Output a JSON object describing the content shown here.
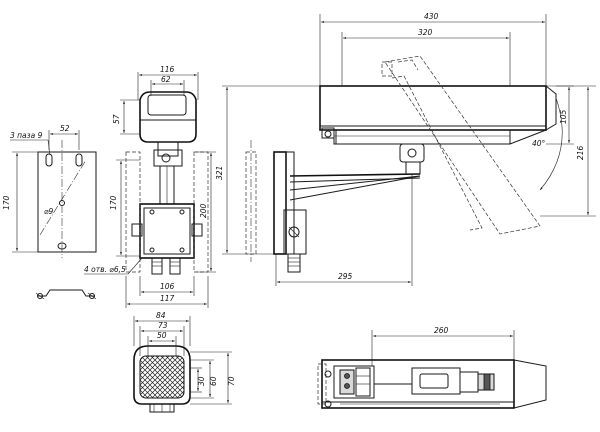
{
  "dimensions": {
    "d430": "430",
    "d320": "320",
    "d116": "116",
    "d62": "62",
    "d57": "57",
    "d52": "52",
    "slots": "3 паза 9",
    "d170_left": "170",
    "dia9": "⌀9",
    "d170_mid": "170",
    "d200": "200",
    "d321": "321",
    "d105": "105",
    "d216": "216",
    "angle": "40°",
    "holes": "4 отв. ⌀6,5",
    "d106": "106",
    "d117": "117",
    "d295": "295",
    "d84": "84",
    "d73": "73",
    "d50": "50",
    "d30": "30",
    "d60": "60",
    "d70": "70",
    "d260": "260"
  }
}
